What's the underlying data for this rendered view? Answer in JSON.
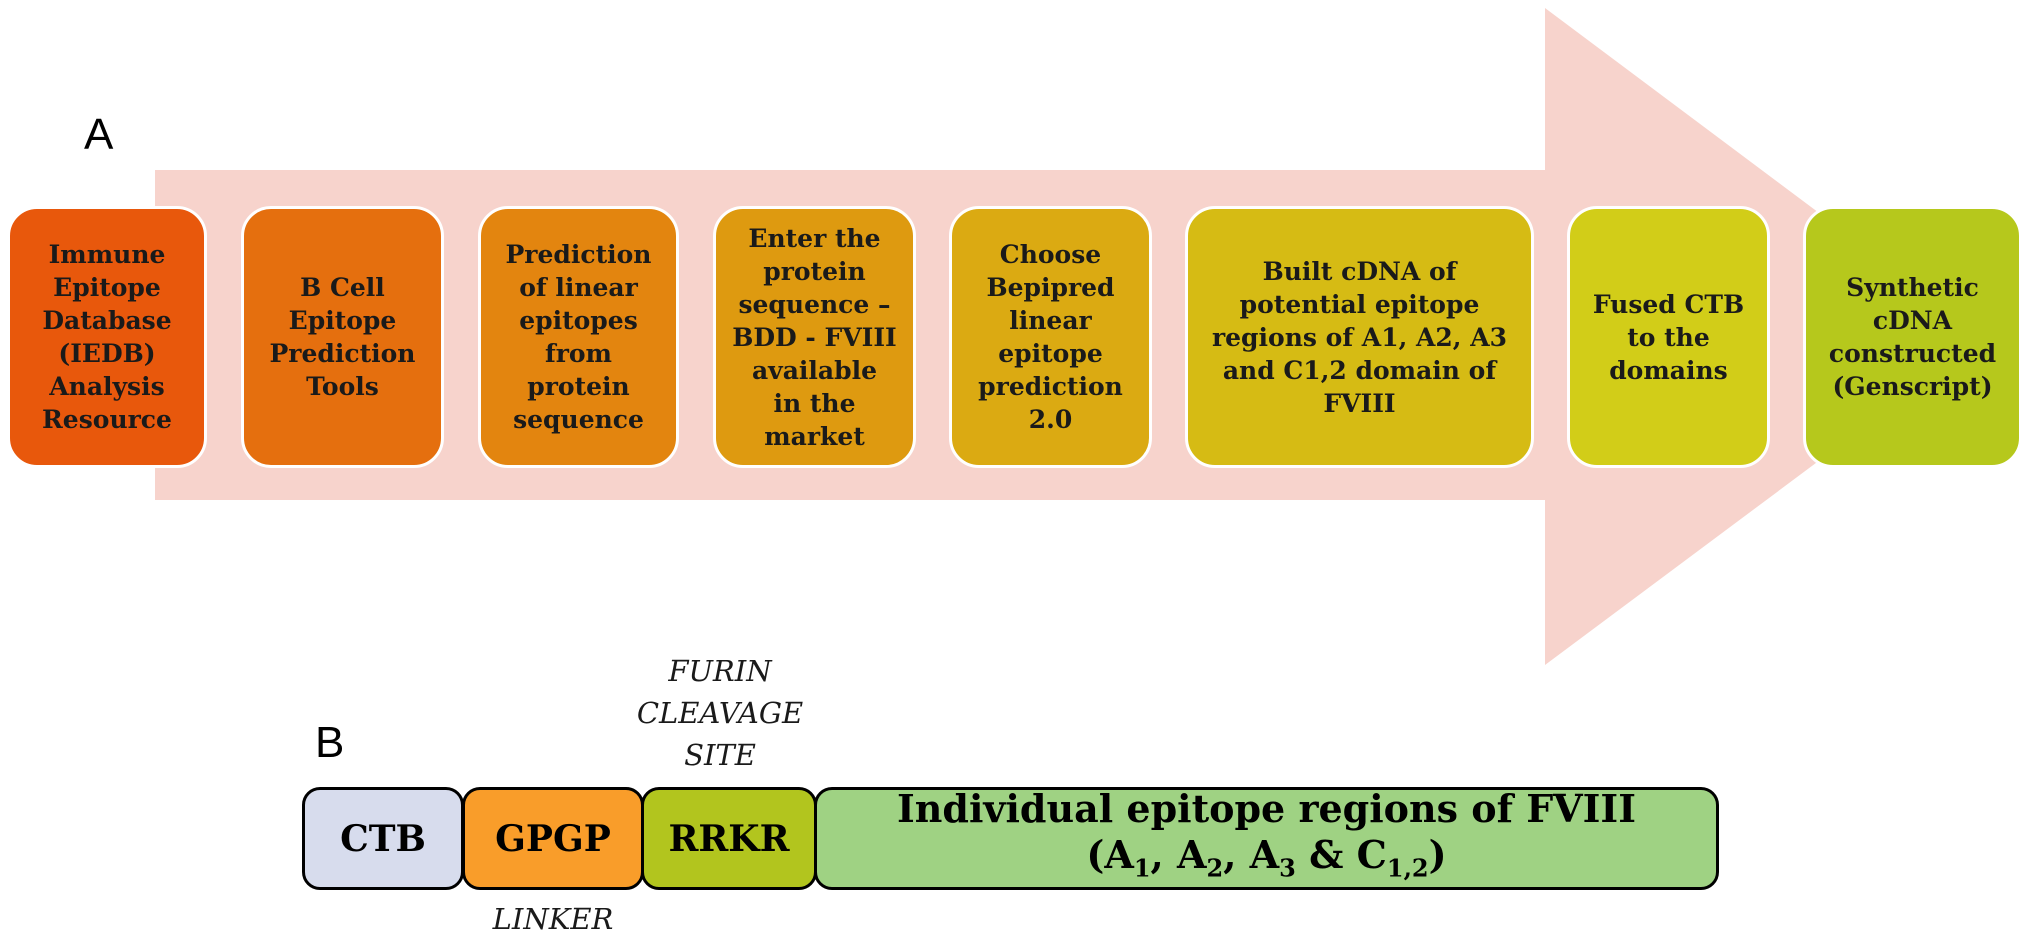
{
  "panel_a_label": "A",
  "panel_b_label": "B",
  "steps": [
    {
      "text": "Immune\nEpitope\nDatabase\n(IEDB)\nAnalysis\nResource",
      "color": "#e8580c"
    },
    {
      "text": "B Cell\nEpitope\nPrediction\nTools",
      "color": "#e56f0e"
    },
    {
      "text": "Prediction\nof linear\nepitopes\nfrom\nprotein\nsequence",
      "color": "#e3850f"
    },
    {
      "text": "Enter the\nprotein\nsequence –\nBDD - FVIII\navailable\nin the\nmarket",
      "color": "#de9a10"
    },
    {
      "text": "Choose\nBepipred\nlinear\nepitope\nprediction\n2.0",
      "color": "#dbaa12"
    },
    {
      "text": "Built cDNA of\npotential epitope\nregions of A1, A2, A3\nand C1,2 domain of\nFVIII",
      "color": "#d6bb14"
    },
    {
      "text": "Fused CTB\nto the\ndomains",
      "color": "#d2cd18"
    },
    {
      "text": "Synthetic\ncDNA\nconstructed\n(Genscript)",
      "color": "#b6c81c"
    }
  ],
  "arrow_color": "#f7d3cc",
  "construct": {
    "segments": [
      {
        "label": "CTB",
        "color": "#d7dced"
      },
      {
        "label": "GPGP",
        "color": "#f99d2a"
      },
      {
        "label": "RRKR",
        "color": "#b2c51e"
      }
    ],
    "epitope_line1": "Individual epitope regions of FVIII",
    "epitope_open": "(A",
    "sub1": "1",
    "sep1": ", A",
    "sub2": "2",
    "sep2": ", A",
    "sub3": "3",
    "sep3": " & C",
    "sub4": "1,2",
    "epitope_close": ")",
    "epitope_color": "#9fd283"
  },
  "furin_note": "FURIN\nCLEAVAGE\nSITE",
  "linker_note": "LINKER"
}
